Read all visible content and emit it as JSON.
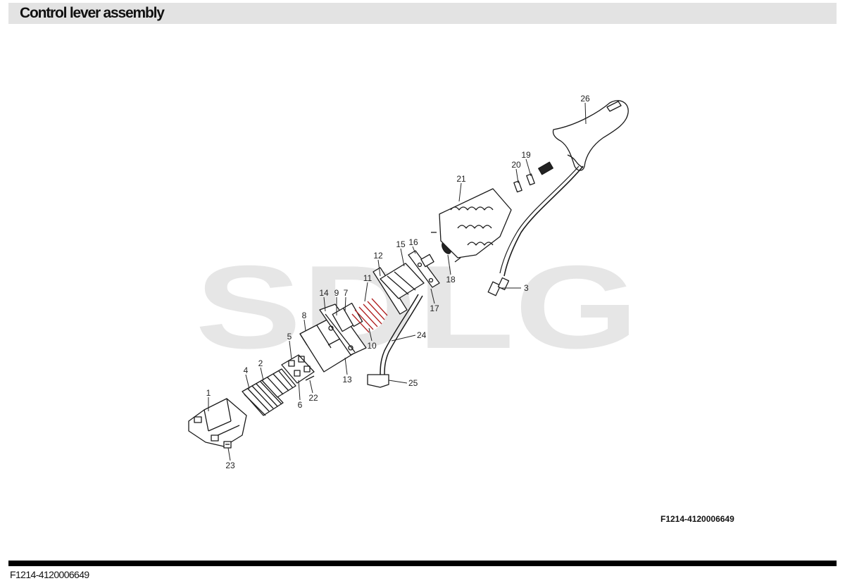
{
  "header": {
    "title": "Control lever assembly"
  },
  "diagram": {
    "watermark": "SDLG",
    "drawing_code": "F1214-4120006649",
    "part_labels": [
      "1",
      "2",
      "3",
      "4",
      "5",
      "6",
      "7",
      "8",
      "9",
      "10",
      "11",
      "12",
      "13",
      "14",
      "15",
      "16",
      "17",
      "18",
      "19",
      "20",
      "21",
      "22",
      "23",
      "24",
      "25",
      "26"
    ]
  },
  "footer": {
    "code": "F1214-4120006649"
  },
  "colors": {
    "title_bar": "#e3e3e3",
    "watermark": "#e6e6e6",
    "rule": "#000000"
  }
}
